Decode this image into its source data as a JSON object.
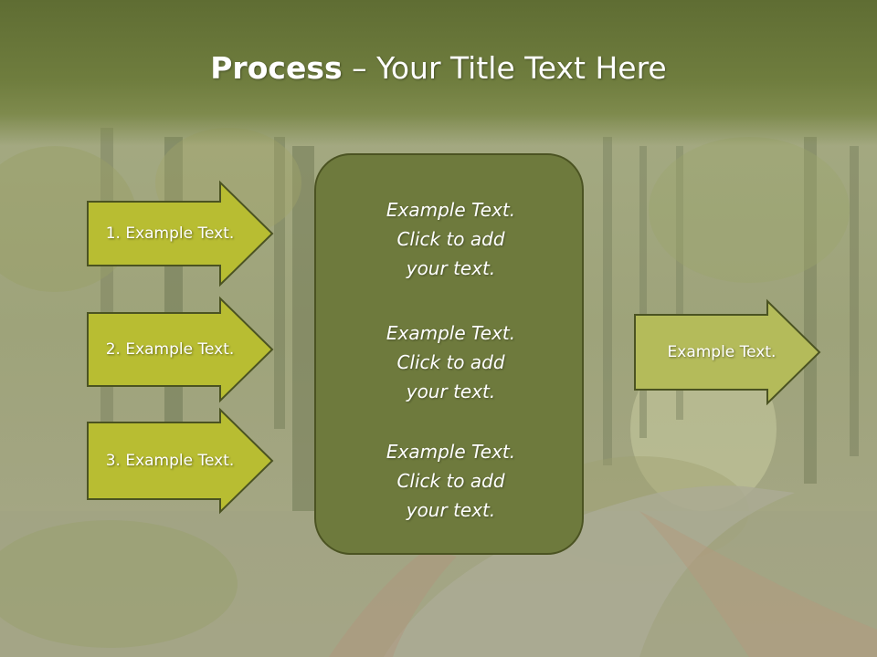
{
  "slide": {
    "title_bold": "Process",
    "title_rest": " – Your Title Text Here"
  },
  "colors": {
    "arrow_fill": "#b8bd32",
    "arrow_border": "#4b5322",
    "output_arrow_fill": "#b4bb5a",
    "center_box_fill": "#6e7a3d",
    "title_band": "#6a7838"
  },
  "inputs": [
    {
      "label": "1. Example Text."
    },
    {
      "label": "2. Example Text."
    },
    {
      "label": "3. Example Text."
    }
  ],
  "center": {
    "blocks": [
      {
        "line1": "Example Text.",
        "line2": "Click  to add",
        "line3": "your text."
      },
      {
        "line1": "Example Text.",
        "line2": "Click  to add",
        "line3": "your text."
      },
      {
        "line1": "Example Text.",
        "line2": "Click  to add",
        "line3": "your text."
      }
    ]
  },
  "output": {
    "label": "Example Text."
  }
}
